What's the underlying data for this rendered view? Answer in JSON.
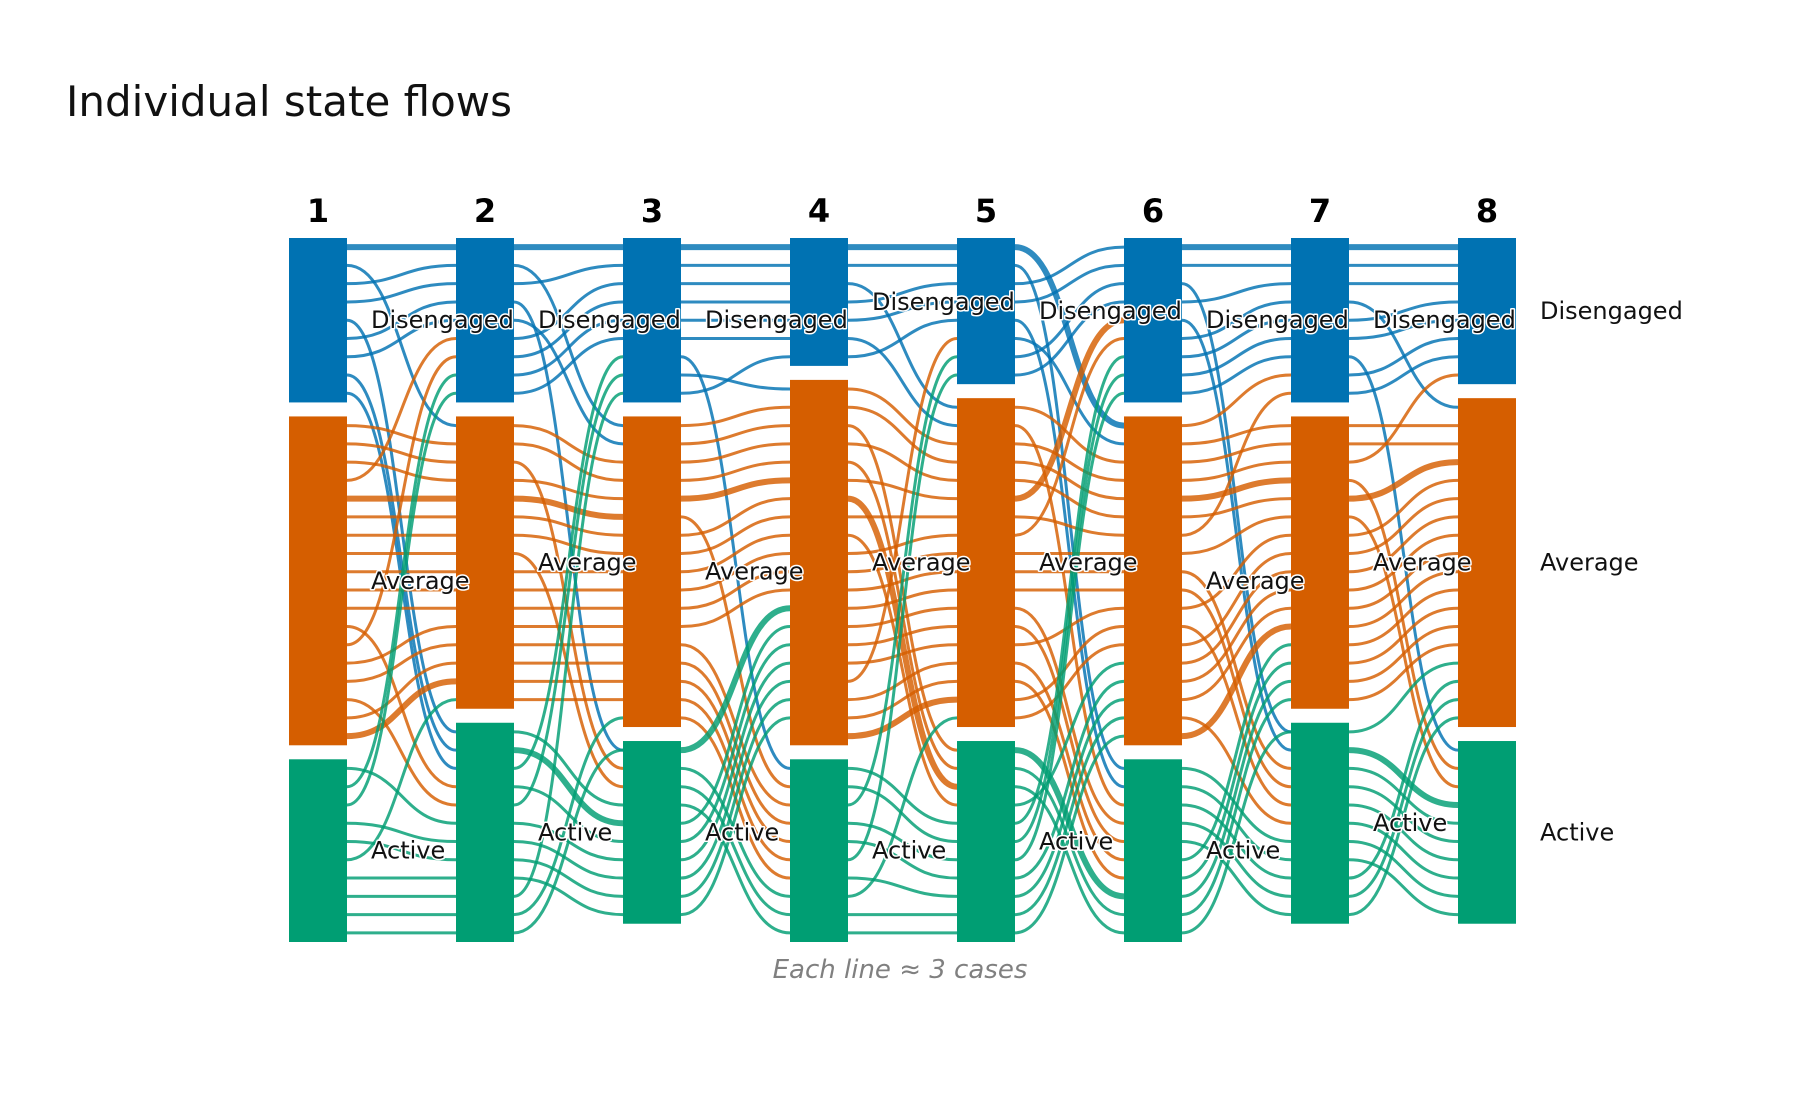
{
  "chart_data": {
    "type": "alluvial",
    "title": "Individual state flows",
    "caption": "Each line ≈ 3 cases",
    "time_points": [
      "1",
      "2",
      "3",
      "4",
      "5",
      "6",
      "7",
      "8"
    ],
    "states": [
      "Disengaged",
      "Average",
      "Active"
    ],
    "colors": {
      "Disengaged": "#0072B2",
      "Average": "#D55E00",
      "Active": "#009E73"
    },
    "node_sizes": {
      "Disengaged": [
        9,
        9,
        9,
        7,
        8,
        9,
        9,
        8
      ],
      "Average": [
        18,
        16,
        17,
        20,
        18,
        18,
        16,
        18
      ],
      "Active": [
        10,
        12,
        10,
        10,
        11,
        10,
        11,
        10
      ]
    },
    "transitions": [
      {
        "from": "Disengaged",
        "to": [
          "Disengaged",
          "Disengaged",
          "Average"
        ]
      },
      {
        "from": "Average",
        "to": [
          "Average",
          "Disengaged",
          "Active"
        ]
      }
    ]
  }
}
